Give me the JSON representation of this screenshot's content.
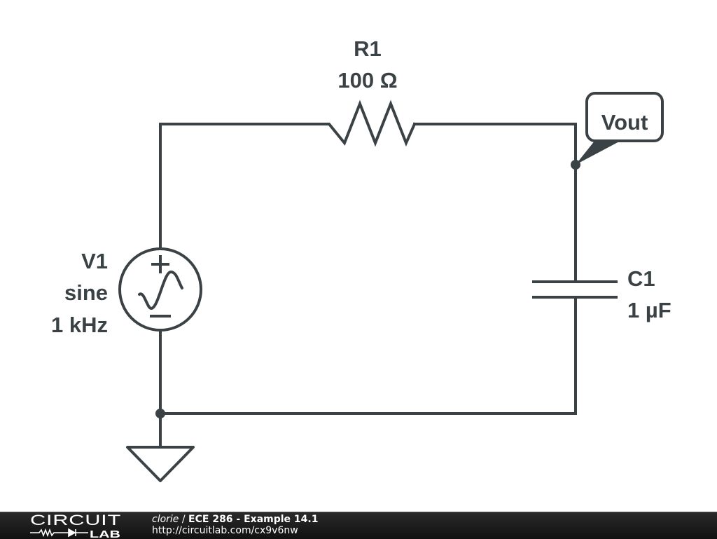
{
  "schematic": {
    "resistor": {
      "name": "R1",
      "value": "100 Ω"
    },
    "source": {
      "name": "V1",
      "type": "sine",
      "frequency": "1 kHz"
    },
    "capacitor": {
      "name": "C1",
      "value": "1 µF"
    },
    "probe": {
      "label": "Vout"
    }
  },
  "footer": {
    "logo_top": "CIRCUIT",
    "logo_bottom": "LAB",
    "author": "clorie",
    "separator": " / ",
    "title": "ECE 286 - Example 14.1",
    "url": "http://circuitlab.com/cx9v6nw"
  },
  "colors": {
    "ink": "#3b4245",
    "footer_bg": "#1a1a1a"
  }
}
